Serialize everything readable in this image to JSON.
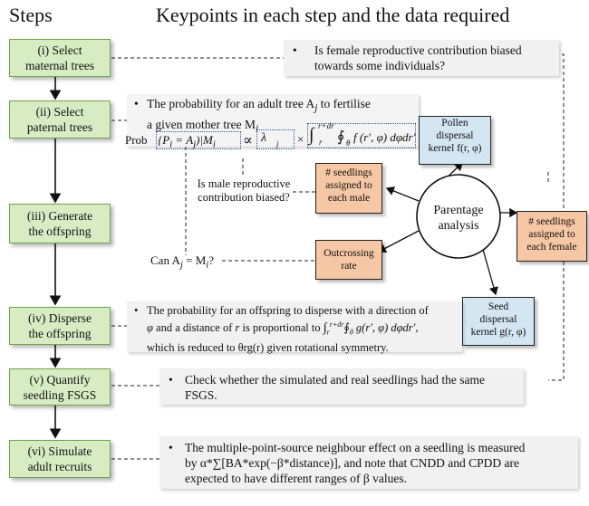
{
  "headers": {
    "steps": "Steps",
    "keypoints": "Keypoints in each step and the data required"
  },
  "steps": [
    {
      "id": "i",
      "line1": "(i) Select",
      "line2": "maternal trees"
    },
    {
      "id": "ii",
      "line1": "(ii) Select",
      "line2": "paternal trees"
    },
    {
      "id": "iii",
      "line1": "(iii) Generate",
      "line2": "the offspring"
    },
    {
      "id": "iv",
      "line1": "(iv) Disperse",
      "line2": "the offspring"
    },
    {
      "id": "v",
      "line1": "(v) Quantify",
      "line2": "seedling FSGS"
    },
    {
      "id": "vi",
      "line1": "(vi) Simulate",
      "line2": "adult recruits"
    }
  ],
  "notes": {
    "female_bias": {
      "bullet": "•",
      "line1": "Is female reproductive contribution biased",
      "line2": "towards some individuals?"
    },
    "fertilise": {
      "bullet": "•",
      "line1": "The probability for an adult tree A",
      "line1_sub": "j",
      "line1_end": " to fertilise",
      "line2": "a given mother tree M",
      "line2_sub": "i"
    },
    "prob_formula": {
      "prob": "Prob",
      "lhs": "{P",
      "lhs_sub": "i",
      "lhs_mid": " = A",
      "lhs_sub2": "j",
      "lhs_end": ")|M",
      "lhs_sub3": "i",
      "propto": "∝",
      "lambda": "λ",
      "lambda_sub": "j",
      "times": "×",
      "integral": "∫",
      "int_lower": "r",
      "int_upper": "r+dr",
      "oint": "∮",
      "oint_sub": "θ",
      "integrand": "f (r′, φ) dφdr′"
    },
    "disperse": {
      "bullet": "•",
      "line1": "The probability for an offspring to disperse with a direction of",
      "line2a": "φ",
      "line2b": " and a distance of ",
      "line2c": "r",
      "line2d": " is proportional to ",
      "line2e": "∫",
      "line2e_up": "r+dr",
      "line2e_low": "r",
      "line2f": "∮",
      "line2f_sub": "θ",
      "line2g": " g(r′, φ) dφdr′,",
      "line3": "which is reduced to θrg(r) given rotational symmetry."
    },
    "fsgs": {
      "bullet": "•",
      "line1": "Check whether the simulated and real seedlings had the same",
      "line2": "FSGS."
    },
    "neighbour": {
      "bullet": "•",
      "line1": "The multiple-point-source neighbour effect on a seedling is measured",
      "line2": "by α*∑[BA*exp(−β*distance)], and note that CNDD and CPDD are",
      "line3": "expected to have different ranges of β values."
    }
  },
  "question_male": {
    "line1": "Is male reproductive",
    "line2": "contribution biased?"
  },
  "question_self": {
    "text": "Can A",
    "sub": "j",
    "mid": " = M",
    "sub2": "i",
    "end": "?"
  },
  "docs": {
    "pollen": {
      "line1": "Pollen",
      "line2": "dispersal",
      "line3": "kernel f(r, φ)"
    },
    "seedlings_male": {
      "line1": "# seedlings",
      "line2": "assigned to",
      "line3": "each male"
    },
    "seedlings_female": {
      "line1": "# seedlings",
      "line2": "assigned to",
      "line3": "each female"
    },
    "outcrossing": {
      "line1": "Outcrossing",
      "line2": "rate"
    },
    "seed": {
      "line1": "Seed",
      "line2": "dispersal",
      "line3": "kernel g(r, φ)"
    }
  },
  "parentage": {
    "line1": "Parentage",
    "line2": "analysis"
  }
}
